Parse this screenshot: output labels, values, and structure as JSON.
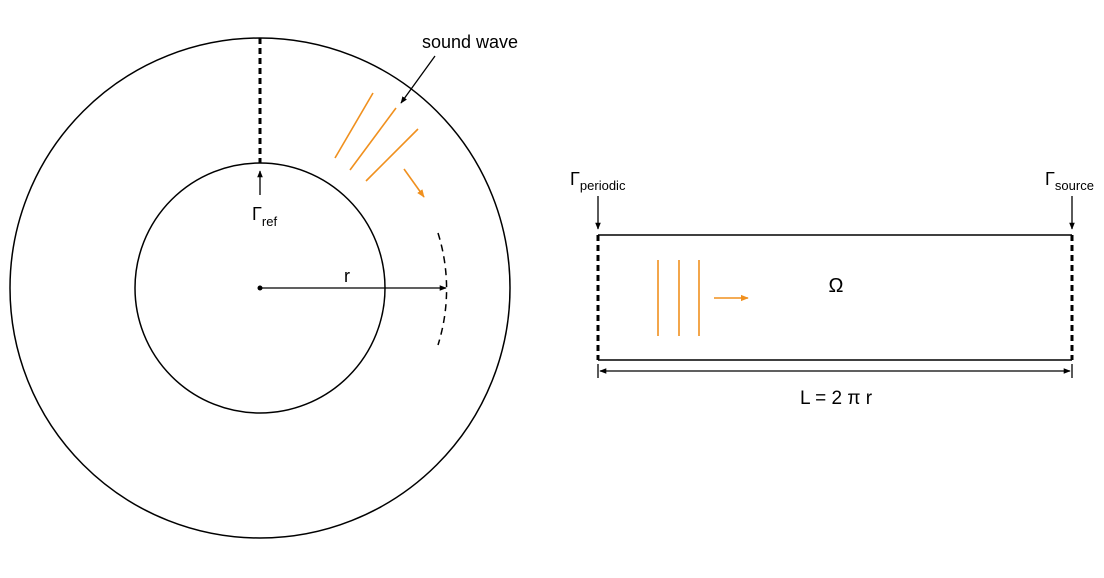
{
  "labels": {
    "sound_wave": "sound wave",
    "gamma_symbol": "Γ",
    "ref_sub": "ref",
    "periodic_sub": "periodic",
    "source_sub": "source",
    "radius": "r",
    "omega": "Ω",
    "length": "L = 2 π r"
  },
  "colors": {
    "line": "#000000",
    "wave": "#F0901E"
  }
}
